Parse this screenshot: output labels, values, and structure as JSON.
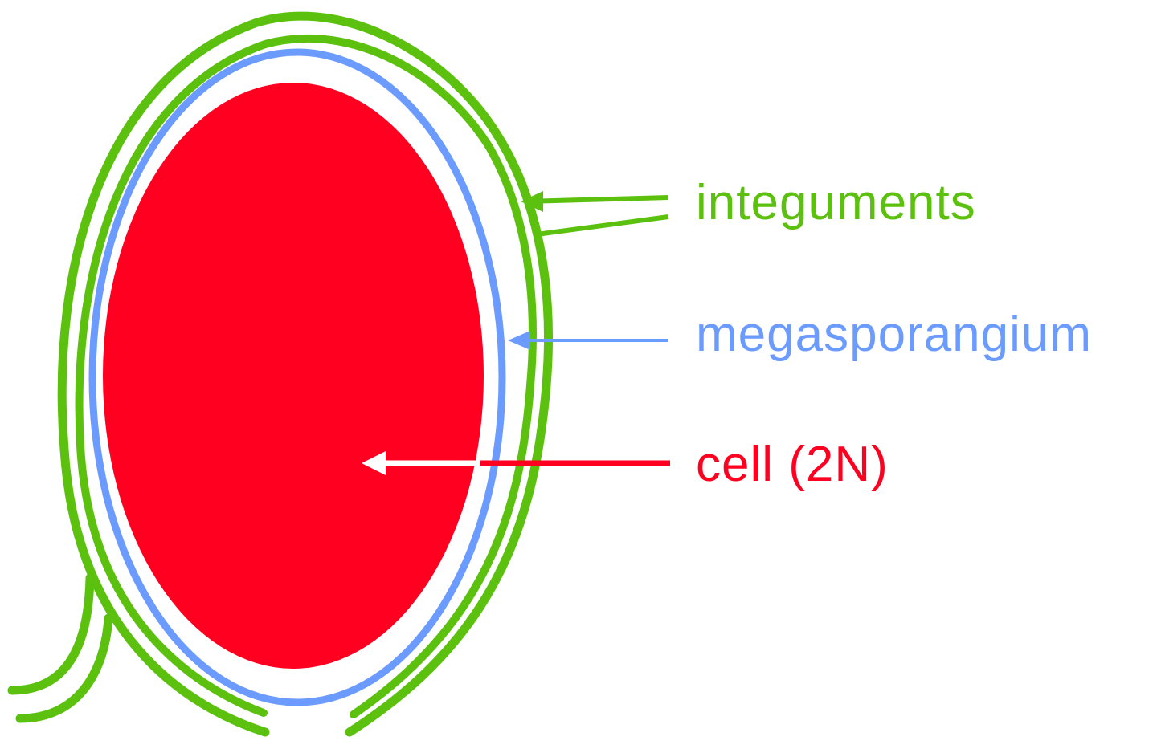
{
  "labels": {
    "integuments": "integuments",
    "megasporangium": "megasporangium",
    "cell": "cell (2N)"
  },
  "colors": {
    "integument": "#5cc10e",
    "megasporangium": "#6b9bff",
    "cell": "#ff0020",
    "background": "#ffffff"
  }
}
